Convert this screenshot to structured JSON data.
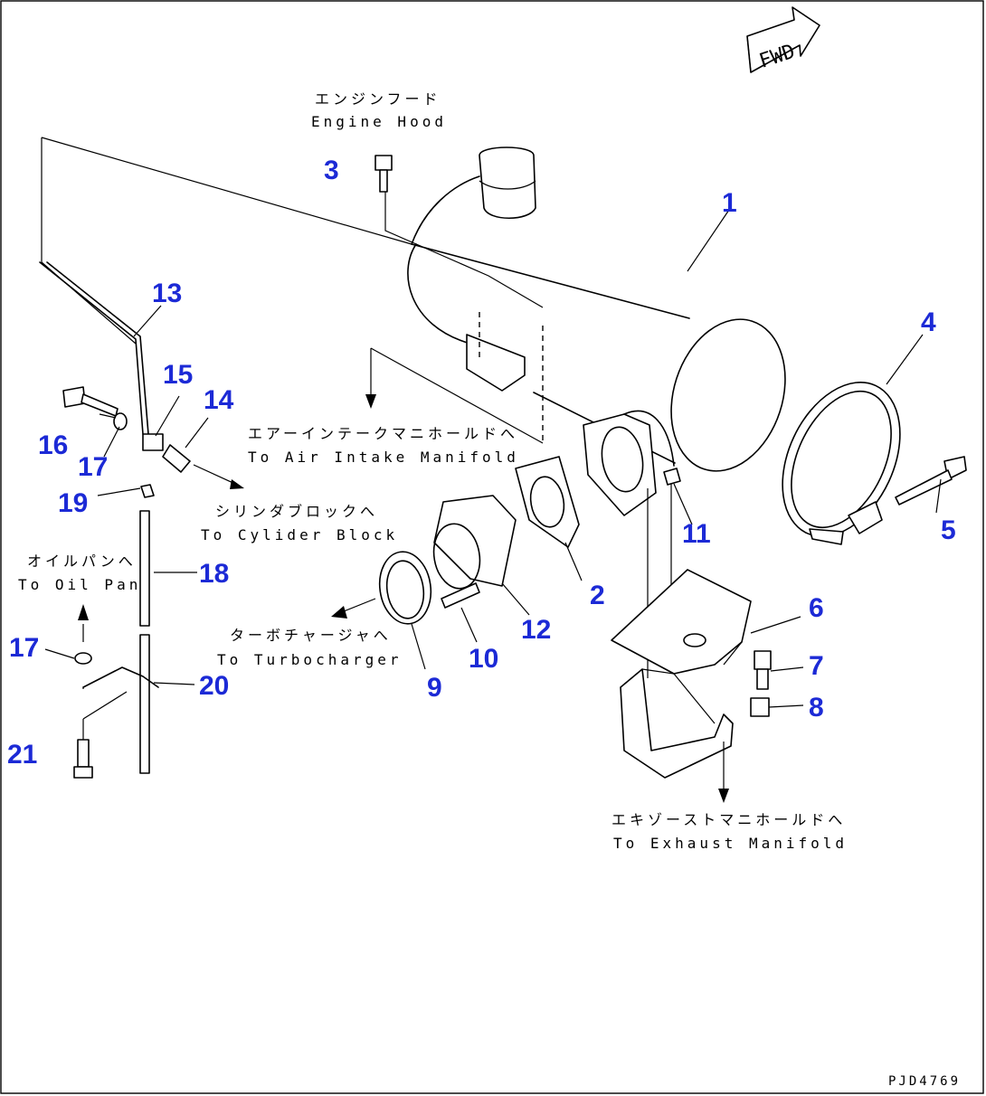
{
  "drawing_code": "PJD4769",
  "fwd_label": "FWD",
  "labels": {
    "engine_hood_jp": "エンジンフード",
    "engine_hood_en": "Engine Hood",
    "air_intake_jp": "エアーインテークマニホールドへ",
    "air_intake_en": "To Air Intake Manifold",
    "cylinder_jp": "シリンダブロックへ",
    "cylinder_en": "To Cylider Block",
    "oil_pan_jp": "オイルパンへ",
    "oil_pan_en": "To Oil Pan",
    "turbo_jp": "ターボチャージャへ",
    "turbo_en": "To Turbocharger",
    "exhaust_jp": "エキゾーストマニホールドへ",
    "exhaust_en": "To Exhaust Manifold"
  },
  "callouts": {
    "n1": "1",
    "n2": "2",
    "n3": "3",
    "n4": "4",
    "n5": "5",
    "n6": "6",
    "n7": "7",
    "n8": "8",
    "n9": "9",
    "n10": "10",
    "n11": "11",
    "n12": "12",
    "n13": "13",
    "n14": "14",
    "n15": "15",
    "n16": "16",
    "n17a": "17",
    "n17b": "17",
    "n18": "18",
    "n19": "19",
    "n20": "20",
    "n21": "21"
  },
  "colors": {
    "callout": "#1c2ad6",
    "line": "#000000"
  }
}
